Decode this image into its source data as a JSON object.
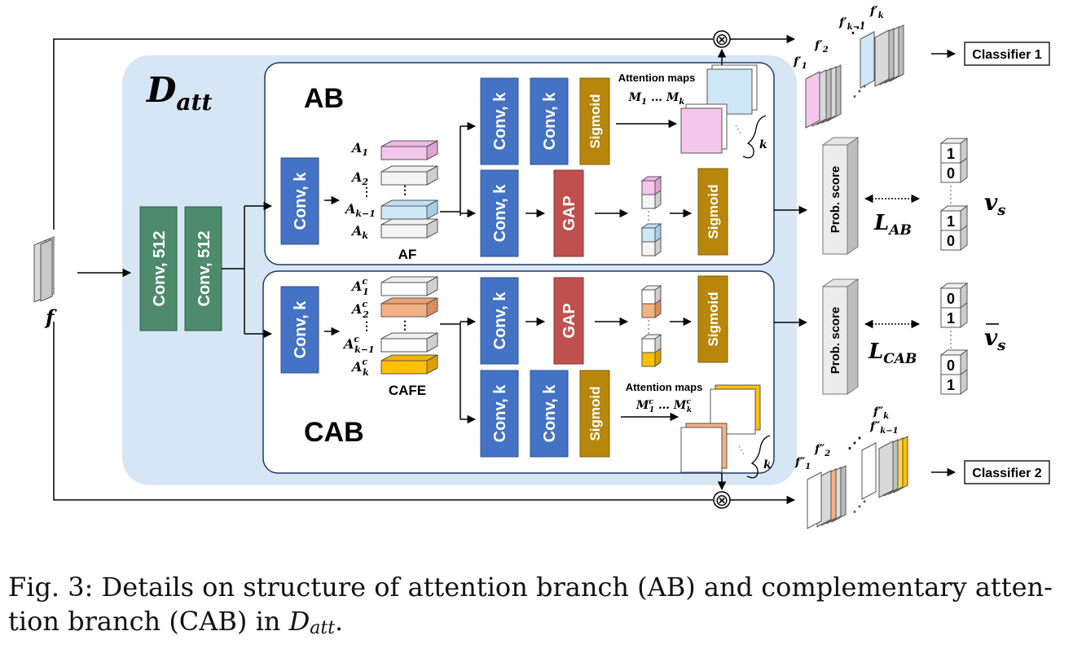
{
  "diagram": {
    "container_label": {
      "base": "D",
      "sub": "att"
    },
    "input_label": "f",
    "shared_convs": [
      "Conv, 512",
      "Conv, 512"
    ],
    "ab": {
      "title": "AB",
      "conv_k": "Conv, k",
      "maps": [
        "A",
        "A",
        "A",
        "A"
      ],
      "map_subs": [
        "1",
        "2",
        "k−1",
        "k"
      ],
      "af_label": "AF",
      "top_row": [
        "Conv, k",
        "Conv, k",
        "Sigmoid"
      ],
      "attention_title": "Attention maps",
      "attention_maps": {
        "first": "M",
        "first_sub": "1",
        "dots": "…",
        "last": "M",
        "last_sub": "k"
      },
      "k_label": "k",
      "bottom_row": [
        "Conv, k",
        "GAP",
        "Sigmoid"
      ]
    },
    "cab": {
      "title": "CAB",
      "conv_k": "Conv, k",
      "maps": [
        "A",
        "A",
        "A",
        "A"
      ],
      "map_sups": [
        "c",
        "c",
        "c",
        "c"
      ],
      "map_subs": [
        "1",
        "2",
        "k−1",
        "k"
      ],
      "cafe_label": "CAFE",
      "top_row": [
        "Conv, k",
        "GAP",
        "Sigmoid"
      ],
      "bottom_row": [
        "Conv, k",
        "Conv, k",
        "Sigmoid"
      ],
      "attention_title": "Attention maps",
      "attention_maps": {
        "first": "M",
        "first_sub": "1",
        "first_sup": "c",
        "dots": "…",
        "last": "M",
        "last_sub": "k",
        "last_sup": "c"
      },
      "k_label": "k"
    },
    "prob_score_top": "Prob. score",
    "prob_score_bottom": "Prob. score",
    "loss_ab": {
      "base": "L",
      "sub": "AB"
    },
    "loss_cab": {
      "base": "L",
      "sub": "CAB"
    },
    "vector_top": {
      "values": [
        "1",
        "0",
        "1",
        "0"
      ],
      "label": "v",
      "label_sub": "s"
    },
    "vector_bottom": {
      "values": [
        "0",
        "1",
        "0",
        "1"
      ],
      "label": "v",
      "label_sub": "s"
    },
    "top_features": {
      "f1": "f′",
      "f1_sub": "1",
      "f2": "f′",
      "f2_sub": "2",
      "fk1": "f′",
      "fk1_sub": "k−1",
      "fk": "f′",
      "fk_sub": "k"
    },
    "bottom_features": {
      "f1": "f″",
      "f1_sub": "1",
      "f2": "f″",
      "f2_sub": "2",
      "fk1": "f″",
      "fk1_sub": "k−1",
      "fk": "f″",
      "fk_sub": "k"
    },
    "classifier_1": "Classifier 1",
    "classifier_2": "Classifier 2",
    "multiply_symbol": "⊗"
  },
  "caption": {
    "prefix": "Fig. 3: Details on structure of attention branch (AB) and complementary atten-",
    "line2": "tion branch (CAB) in",
    "symbol_base": "D",
    "symbol_sub": "att",
    "end": "."
  },
  "colors": {
    "container_bg": "#d6e6f4",
    "conv_green": "#4e8a6c",
    "conv_blue": "#4472c4",
    "gap_red": "#c0504d",
    "sigmoid_gold": "#b8860b",
    "pink": "#f5c6ec",
    "light_blue": "#cfe8f7",
    "salmon": "#f4b183",
    "yellow": "#ffc000",
    "gray": "#d9d9d9"
  }
}
